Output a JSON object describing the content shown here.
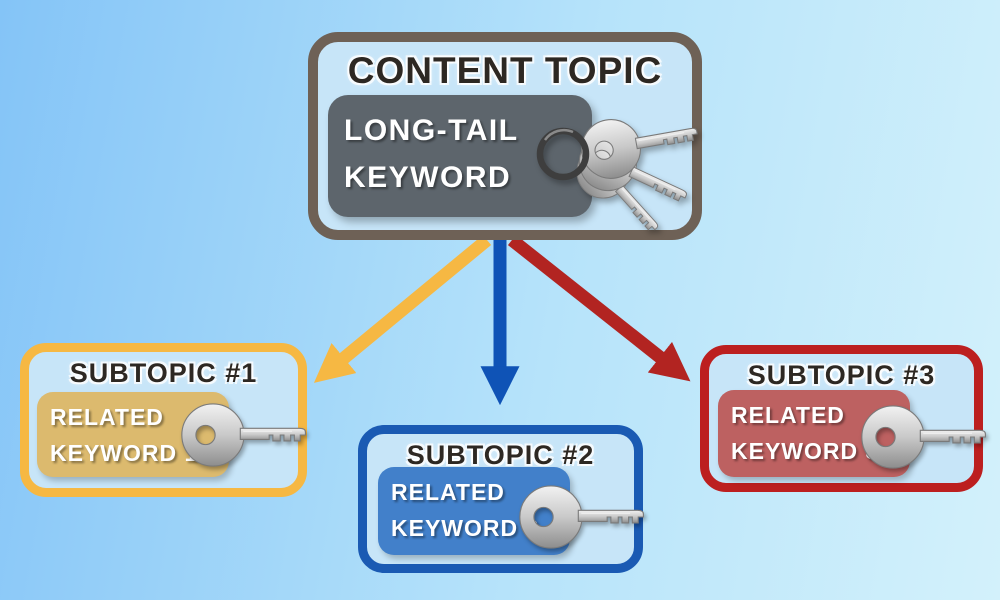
{
  "colors": {
    "bg-left": "#84c4f7",
    "bg-mid": "#b6e3fa",
    "bg-right": "#d3f1fb",
    "box-fill": "#c7e5f8",
    "title-dark": "#2d2823",
    "main-border": "#6e6156",
    "main-tag": "#5d656c",
    "sub1-border": "#f6b843",
    "sub1-tag": "#dcba6e",
    "sub2-border": "#1a5ab3",
    "sub2-tag": "#4280ca",
    "sub3-border": "#bc1f1f",
    "sub3-tag": "#bd6161",
    "arrow-yellow": "#f6b843",
    "arrow-blue": "#0f53b6",
    "arrow-red": "#b22421"
  },
  "diagram": {
    "main_topic": {
      "title": "CONTENT TOPIC",
      "keyword_line1": "LONG-TAIL",
      "keyword_line2": "KEYWORD",
      "icon": "keychain-with-three-keys"
    },
    "subtopics": [
      {
        "title": "SUBTOPIC #1",
        "keyword_line1": "RELATED",
        "keyword_line2": "KEYWORD 1",
        "icon": "key",
        "arrow_color": "#f6b843"
      },
      {
        "title": "SUBTOPIC #2",
        "keyword_line1": "RELATED",
        "keyword_line2": "KEYWORD 2",
        "icon": "key",
        "arrow_color": "#0f53b6"
      },
      {
        "title": "SUBTOPIC #3",
        "keyword_line1": "RELATED",
        "keyword_line2": "KEYWORD 3",
        "icon": "key",
        "arrow_color": "#b22421"
      }
    ]
  }
}
